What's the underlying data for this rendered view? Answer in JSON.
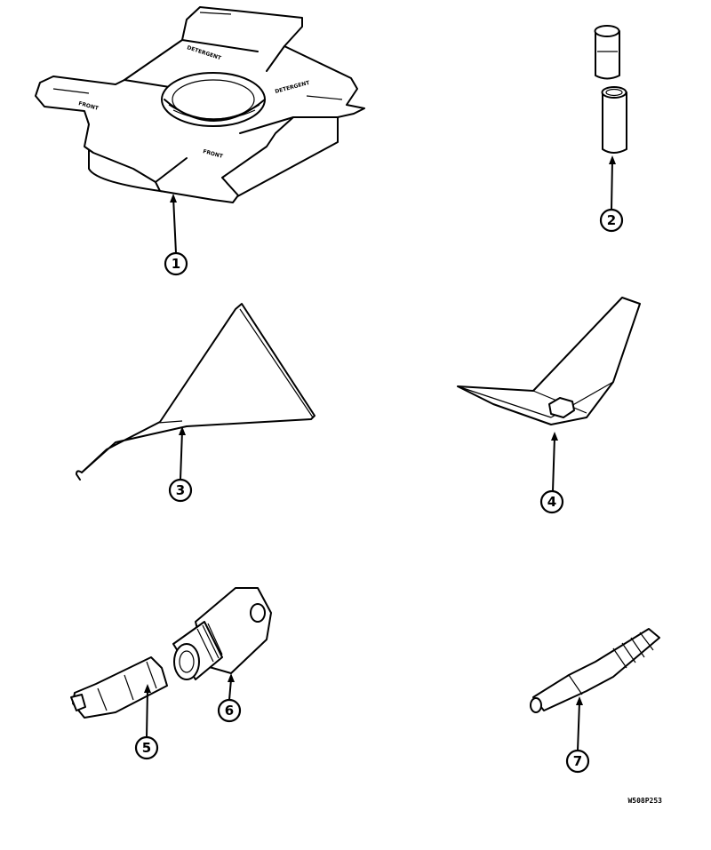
{
  "callouts": [
    {
      "id": "callout-1",
      "label": "1"
    },
    {
      "id": "callout-2",
      "label": "2"
    },
    {
      "id": "callout-3",
      "label": "3"
    },
    {
      "id": "callout-4",
      "label": "4"
    },
    {
      "id": "callout-5",
      "label": "5"
    },
    {
      "id": "callout-6",
      "label": "6"
    },
    {
      "id": "callout-7",
      "label": "7"
    }
  ],
  "fixture_labels": {
    "left": "FRONT",
    "right": "FRONT",
    "top": "DETERGENT",
    "side": "DETERGENT"
  },
  "figure_id": "W508P253"
}
